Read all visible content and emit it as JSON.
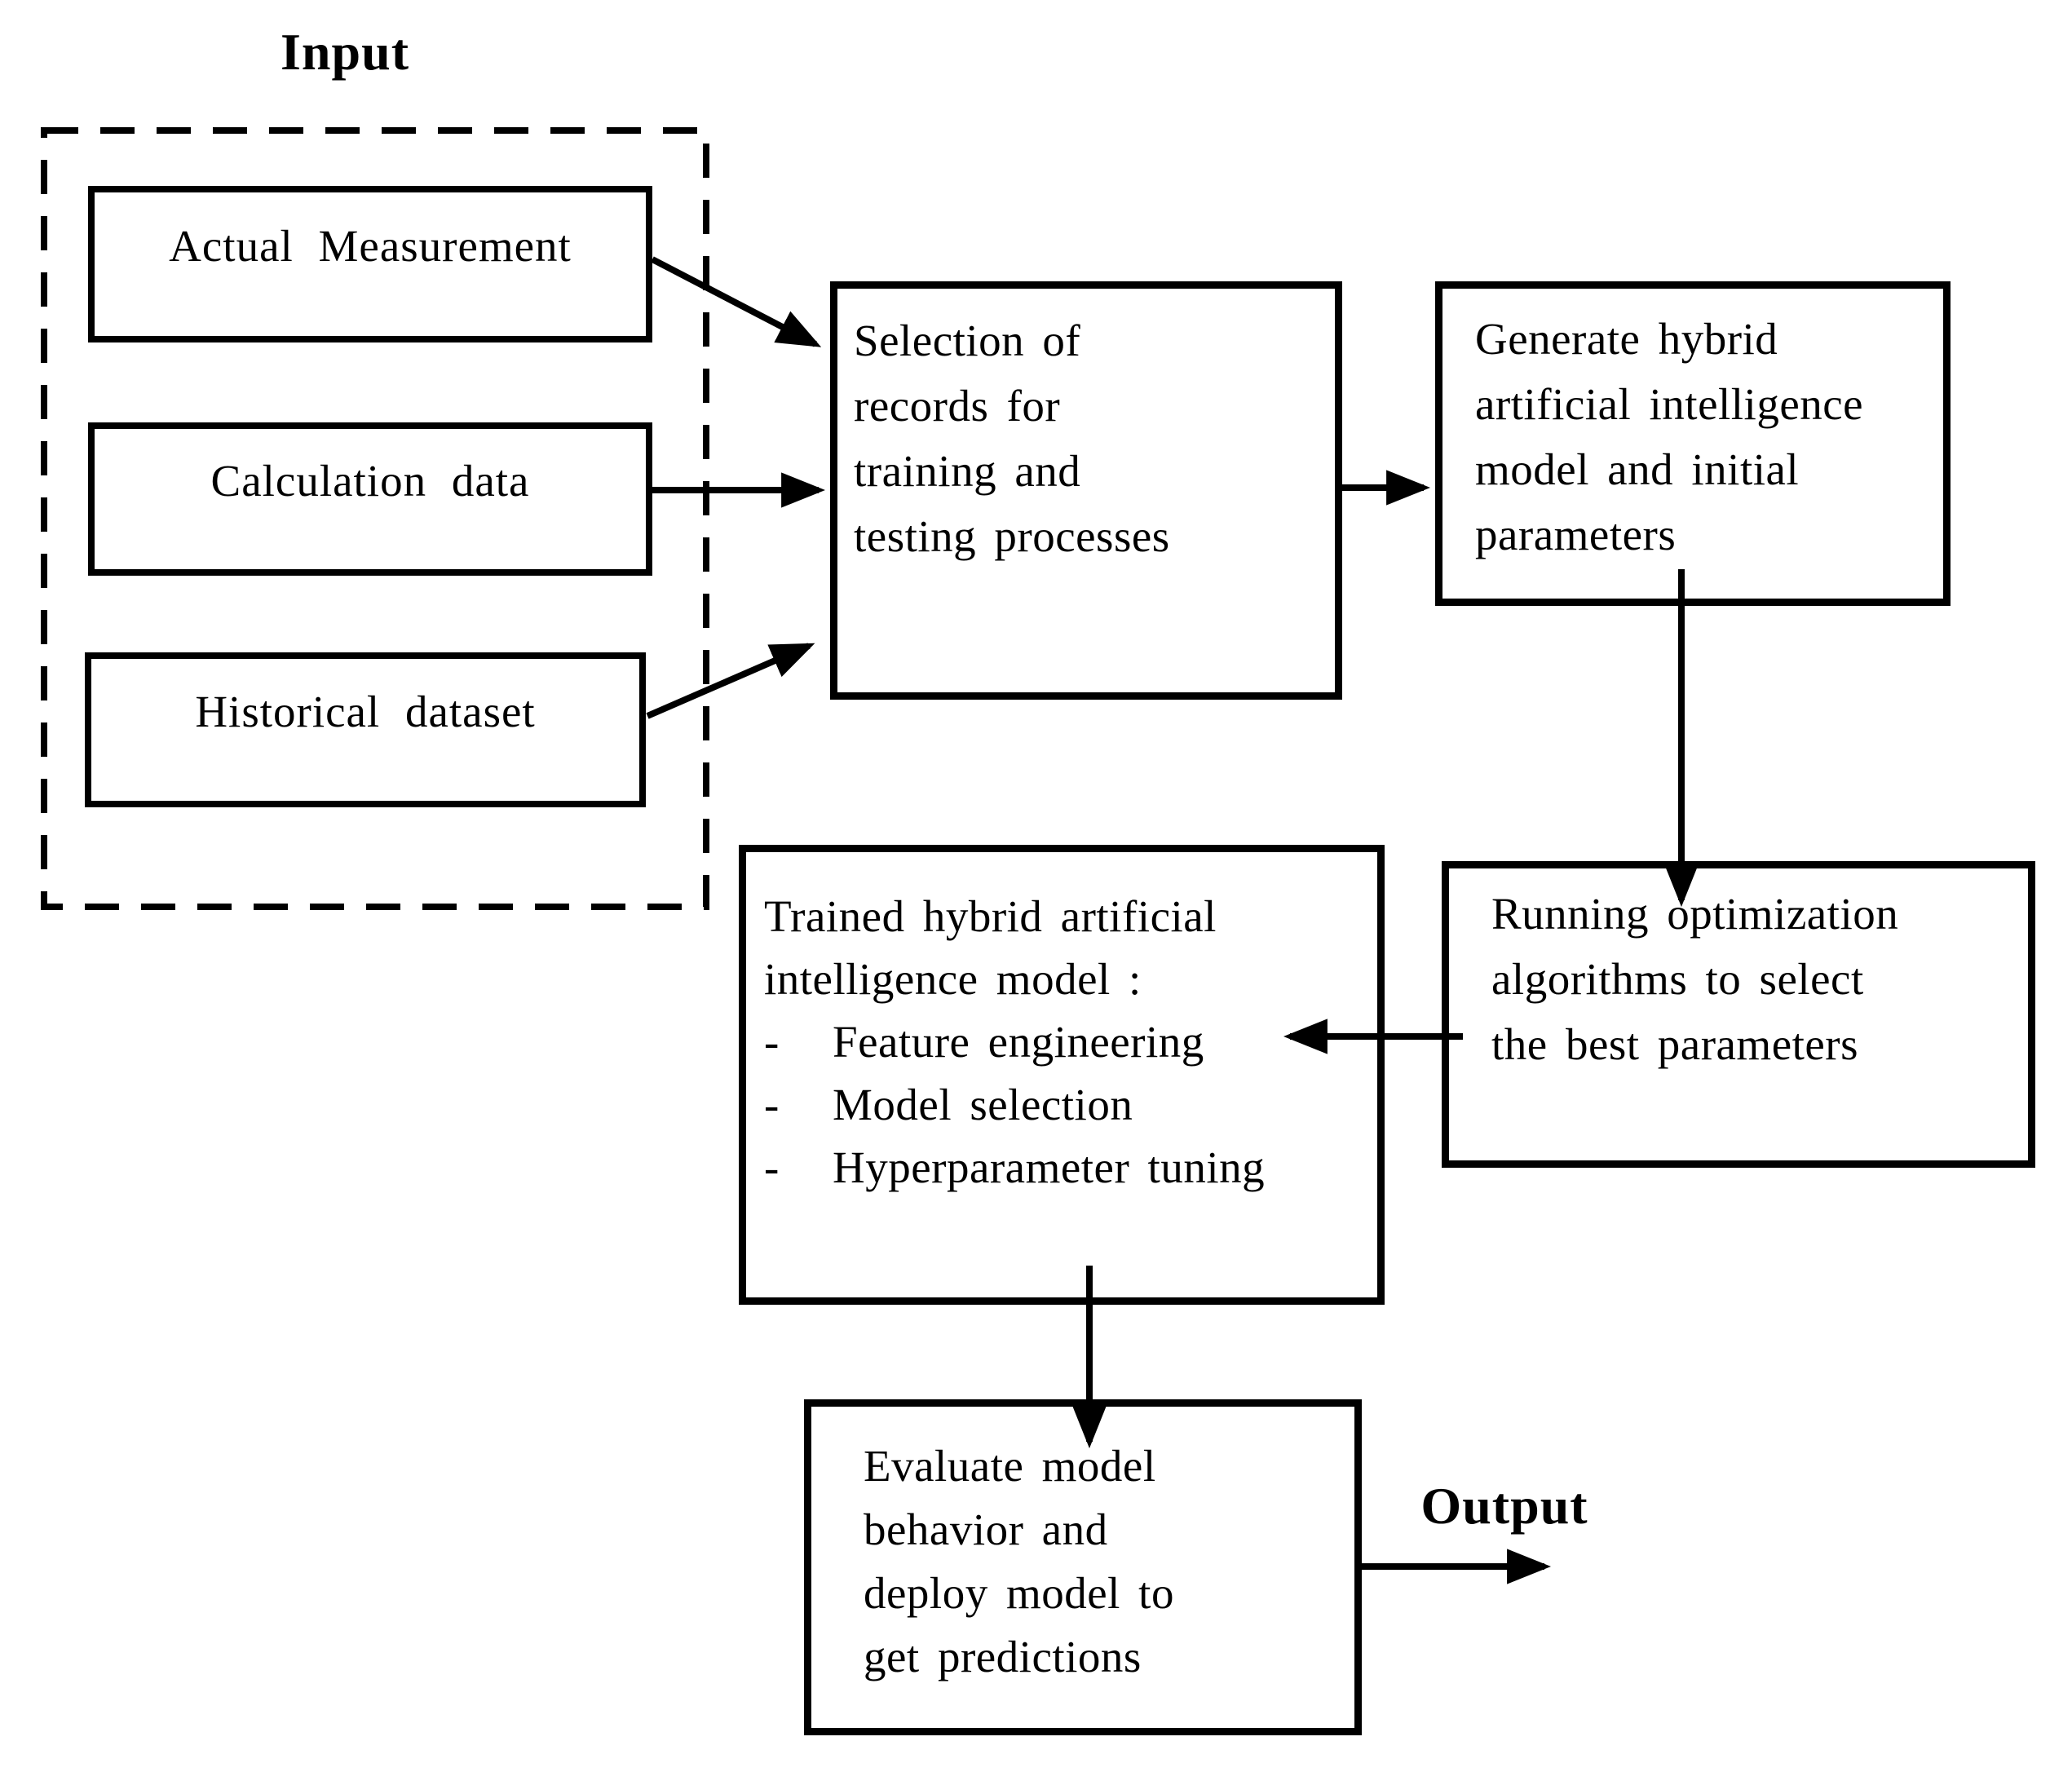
{
  "diagram": {
    "input_label": "Input",
    "output_label": "Output",
    "colors": {
      "ink": "#000000",
      "background": "#ffffff"
    },
    "nodes": {
      "actual_measurement": "Actual Measurement",
      "calculation_data": "Calculation data",
      "historical_dataset": "Historical dataset",
      "selection": [
        "Selection of",
        "records for",
        "training and",
        "testing processes"
      ],
      "generate": [
        "Generate hybrid",
        "artificial intelligence",
        "model and initial",
        "parameters"
      ],
      "running": [
        "Running optimization",
        "algorithms to select",
        "the best parameters"
      ],
      "trained_title": [
        "Trained hybrid artificial",
        "intelligence model :"
      ],
      "trained_bullet_marker": "-",
      "trained_bullets": [
        "Feature engineering",
        "Model selection",
        "Hyperparameter tuning"
      ],
      "evaluate": [
        "Evaluate model",
        "behavior and",
        "deploy model to",
        "get predictions"
      ]
    }
  }
}
